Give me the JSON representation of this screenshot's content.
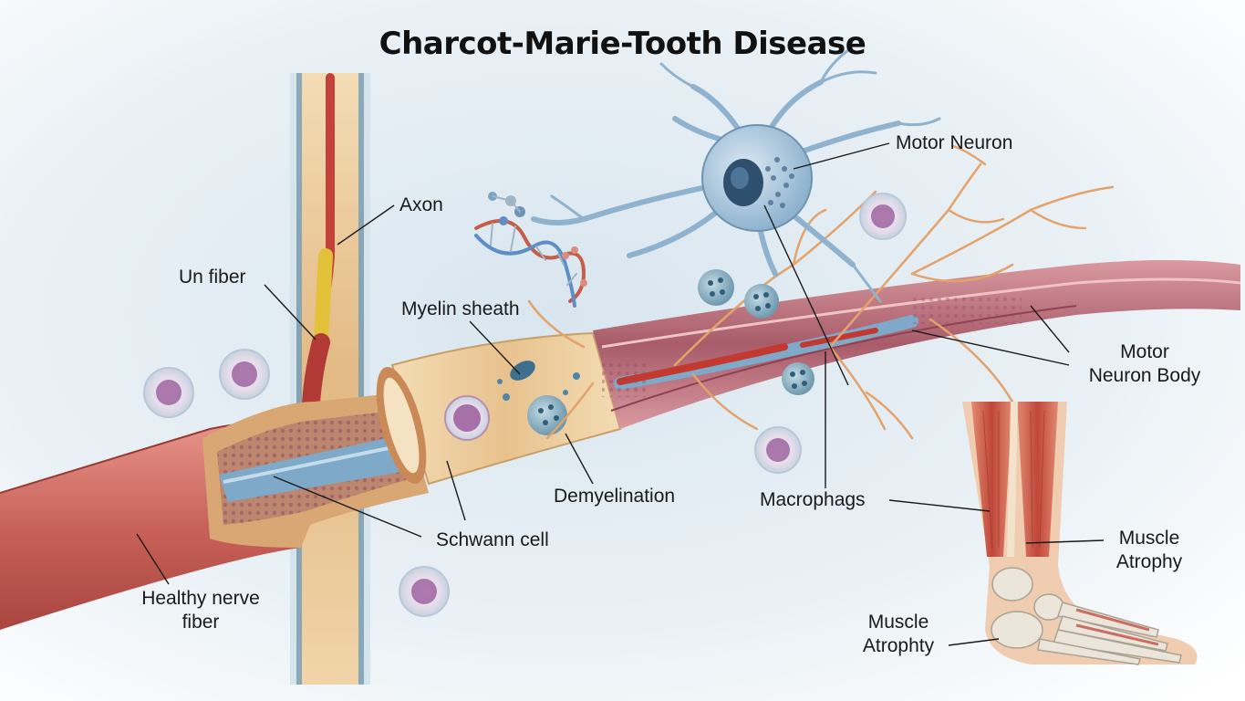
{
  "title": "Charcot-Marie-Tooth Disease",
  "labels": {
    "axon": "Axon",
    "un_fiber": "Un fiber",
    "myelin_sheath": "Myelin sheath",
    "motor_neuron": "Motor Neuron",
    "motor_neuron_body_line1": "Motor",
    "motor_neuron_body_line2": "Neuron Body",
    "demyelination": "Demyelination",
    "macrophags": "Macrophags",
    "schwann_cell": "Schwann cell",
    "healthy_nerve_line1": "Healthy nerve",
    "healthy_nerve_line2": "fiber",
    "muscle_atrophy_line1": "Muscle",
    "muscle_atrophy_line2": "Atrophy",
    "muscle_atrophty_line1": "Muscle",
    "muscle_atrophty_line2": "Atrophty"
  },
  "colors": {
    "nerve_outer": "#c9665c",
    "myelin": "#e9c694",
    "axon_core": "#7aa9c9",
    "damaged_tissue": "#b9747f",
    "neuron": "#8fb3cf",
    "dendrites": "#e0a26a",
    "cell_purple": "#9a5d9c",
    "muscle_red": "#c24a3c",
    "bone": "#ece6da"
  }
}
